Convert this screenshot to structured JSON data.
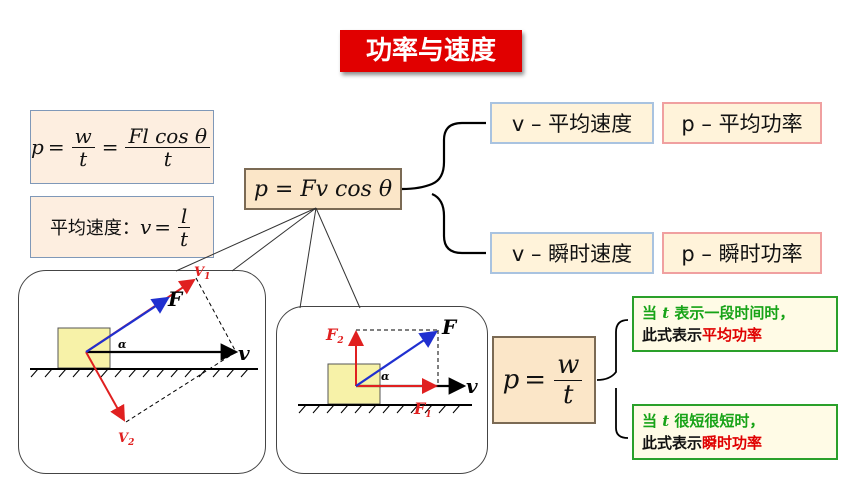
{
  "title": "功率与速度",
  "formula_def": {
    "p": "p",
    "eq": "=",
    "w": "w",
    "t": "t",
    "Flcos": "Fl cos θ"
  },
  "formula_avg_speed": {
    "label": "平均速度：",
    "v": "v",
    "eq": "=",
    "l": "l",
    "t": "t"
  },
  "formula_main": "p = Fv cos θ",
  "branch_avg": {
    "speed": "v – 平均速度",
    "power": "p – 平均功率"
  },
  "branch_inst": {
    "speed": "v – 瞬时速度",
    "power": "p – 瞬时功率"
  },
  "formula_pwt": {
    "p": "p",
    "eq": "=",
    "w": "w",
    "t": "t"
  },
  "note_avg": {
    "line1_pre": "当",
    "t": "t",
    "line1_post": "表示一段时间时，",
    "line2_pre": "此式表示",
    "line2_hl": "平均功率"
  },
  "note_inst": {
    "line1_pre": "当",
    "t": "t",
    "line1_post": "很短很短时，",
    "line2_pre": "此式表示",
    "line2_hl": "瞬时功率"
  },
  "diagram_left": {
    "F": "F",
    "V1": "V",
    "V1_sub": "1",
    "V2": "V",
    "V2_sub": "2",
    "v": "v",
    "alpha": "α"
  },
  "diagram_right": {
    "F": "F",
    "F2": "F",
    "F2_sub": "2",
    "F1": "F",
    "F1_sub": "1",
    "v": "v",
    "alpha": "α"
  },
  "colors": {
    "title_bg": "#e10000",
    "arrow_red": "#e02020",
    "arrow_blue": "#2030d0",
    "block": "#f7f2a8"
  }
}
